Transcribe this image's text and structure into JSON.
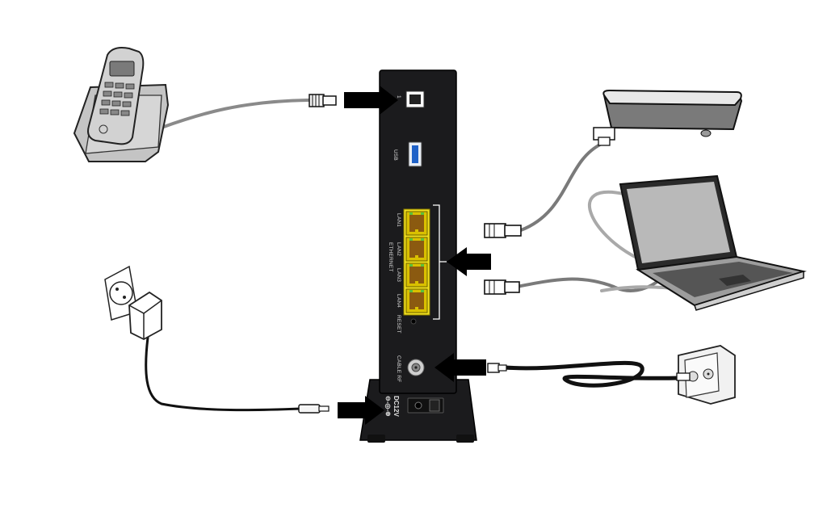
{
  "router": {
    "phone_port_label": "1",
    "usb_label": "USB",
    "lan_labels": [
      "LAN1",
      "LAN2",
      "LAN3",
      "LAN4"
    ],
    "ethernet_label": "ETHERNET",
    "reset_label": "RESET",
    "cable_rf_label": "CABLE RF",
    "power_label": "DC12V",
    "power_polarity": "⊖-◎-⊕"
  },
  "colors": {
    "router_body": "#1b1b1d",
    "lan_port": "#f2e11e",
    "arrow": "#000000",
    "device_gray": "#c9c9c9",
    "cable_gray": "#8a8a8a"
  },
  "icons": [
    "dect-phone-icon",
    "printer-icon",
    "laptop-icon",
    "power-outlet-icon",
    "power-adapter-icon",
    "coax-wall-socket-icon",
    "rj11-plug-icon",
    "rj45-plug-icon",
    "coax-plug-icon",
    "dc-plug-icon"
  ]
}
